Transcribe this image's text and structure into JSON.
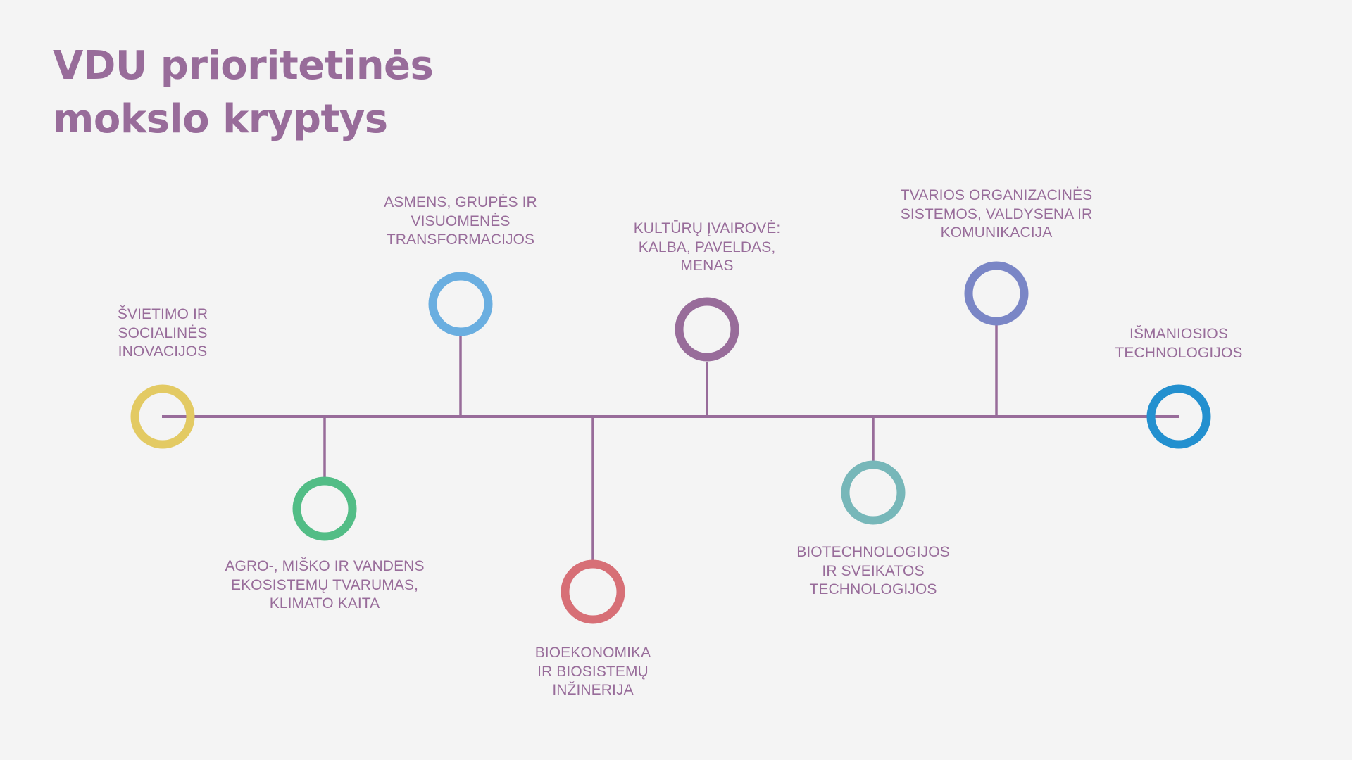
{
  "title": {
    "line1": "VDU prioritetinės",
    "line2": "mokslo kryptys"
  },
  "colors": {
    "text": "#986c9a",
    "timeline": "#986c9a",
    "background": "#f4f4f4"
  },
  "nodes": [
    {
      "id": "svietimo",
      "color": "#e3ca63",
      "lines": [
        "ŠVIETIMO IR",
        "SOCIALINĖS",
        "INOVACIJOS"
      ]
    },
    {
      "id": "agro",
      "color": "#52bd86",
      "lines": [
        "AGRO-, MIŠKO IR VANDENS",
        "EKOSISTEMŲ TVARUMAS,",
        "KLIMATO KAITA"
      ]
    },
    {
      "id": "asmens",
      "color": "#6aaee0",
      "lines": [
        "ASMENS, GRUPĖS IR",
        "VISUOMENĖS",
        "TRANSFORMACIJOS"
      ]
    },
    {
      "id": "bioekonomika",
      "color": "#d76f76",
      "lines": [
        "BIOEKONOMIKA",
        "IR BIOSISTEMŲ",
        "INŽINERIJA"
      ]
    },
    {
      "id": "kulturu",
      "color": "#986c9a",
      "lines": [
        "KULTŪRŲ ĮVAIROVĖ:",
        "KALBA, PAVELDAS,",
        "MENAS"
      ]
    },
    {
      "id": "biotechnologijos",
      "color": "#77b7b9",
      "lines": [
        "BIOTECHNOLOGIJOS",
        "IR SVEIKATOS",
        "TECHNOLOGIJOS"
      ]
    },
    {
      "id": "tvarios",
      "color": "#7a86c6",
      "lines": [
        "TVARIOS ORGANIZACINĖS",
        "SISTEMOS, VALDYSENA IR",
        "KOMUNIKACIJA"
      ]
    },
    {
      "id": "ismaniosios",
      "color": "#2390cf",
      "lines": [
        "IŠMANIOSIOS",
        "TECHNOLOGIJOS"
      ]
    }
  ]
}
